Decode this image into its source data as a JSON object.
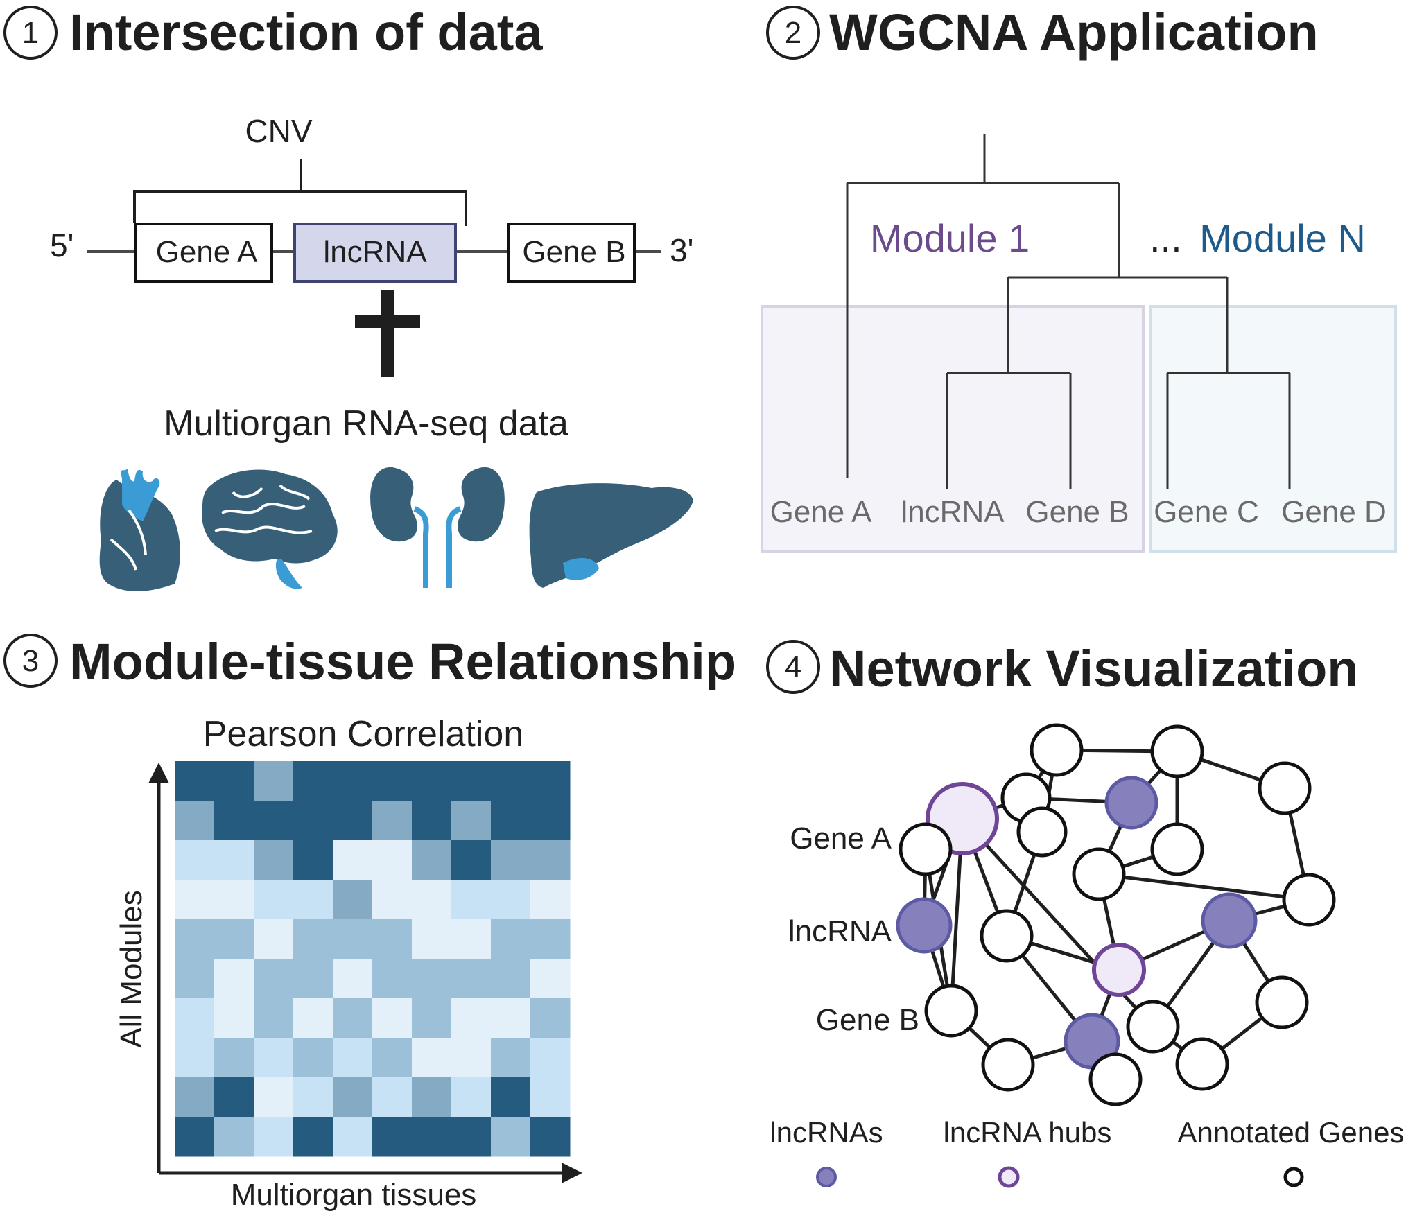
{
  "panels": [
    {
      "number": "1",
      "title": "Intersection of data"
    },
    {
      "number": "2",
      "title": "WGCNA Application"
    },
    {
      "number": "3",
      "title": "Module-tissue Relationship"
    },
    {
      "number": "4",
      "title": "Network Visualization"
    }
  ],
  "panel1": {
    "cnv_label": "CNV",
    "five_prime": "5'",
    "three_prime": "3'",
    "genes": [
      "Gene A",
      "lncRNA",
      "Gene B"
    ],
    "plus": "+",
    "rnaseq_label": "Multiorgan RNA-seq data",
    "organs": [
      "heart-icon",
      "brain-icon",
      "kidneys-icon",
      "liver-icon"
    ],
    "colors": {
      "organ_dark": "#376078",
      "organ_light": "#3b9bd4",
      "lncrna_fill": "#d4d6ec",
      "lncrna_stroke": "#3e4370"
    }
  },
  "panel2": {
    "module1_label": "Module 1",
    "ellipsis": "...",
    "moduleN_label": "Module N",
    "leaves": [
      "Gene A",
      "lncRNA",
      "Gene B",
      "Gene C",
      "Gene D"
    ],
    "colors": {
      "module1": "#6b4b8e",
      "moduleN": "#1e5a8a"
    }
  },
  "panel3": {
    "heatmap_title": "Pearson Correlation",
    "ylabel": "All Modules",
    "xlabel": "Multiorgan tissues",
    "palette": [
      "#e3f0fa",
      "#c8e2f5",
      "#9dc0d9",
      "#84aac4",
      "#265b80"
    ],
    "matrix": [
      [
        4,
        4,
        3,
        4,
        4,
        4,
        4,
        4,
        4,
        4
      ],
      [
        3,
        4,
        4,
        4,
        4,
        3,
        4,
        3,
        4,
        4
      ],
      [
        1,
        1,
        3,
        4,
        0,
        0,
        3,
        4,
        3,
        3
      ],
      [
        0,
        0,
        1,
        1,
        3,
        0,
        0,
        1,
        1,
        0
      ],
      [
        2,
        2,
        0,
        2,
        2,
        2,
        0,
        0,
        2,
        2
      ],
      [
        2,
        0,
        2,
        2,
        0,
        2,
        2,
        2,
        2,
        0
      ],
      [
        1,
        0,
        2,
        0,
        2,
        0,
        2,
        0,
        0,
        2
      ],
      [
        1,
        2,
        1,
        2,
        1,
        2,
        0,
        0,
        2,
        1
      ],
      [
        3,
        4,
        0,
        1,
        3,
        1,
        3,
        1,
        4,
        1
      ],
      [
        4,
        2,
        1,
        4,
        1,
        4,
        4,
        4,
        2,
        4
      ]
    ]
  },
  "panel4": {
    "side_labels": [
      "Gene A",
      "lncRNA",
      "Gene B"
    ],
    "legend": [
      "lncRNAs",
      "lncRNA hubs",
      "Annotated Genes"
    ],
    "colors": {
      "lncrna_fill": "#8680bd",
      "lncrna_stroke": "#5c5aa3",
      "hub_fill": "#f0eaf8",
      "hub_stroke": "#6f4596"
    }
  }
}
